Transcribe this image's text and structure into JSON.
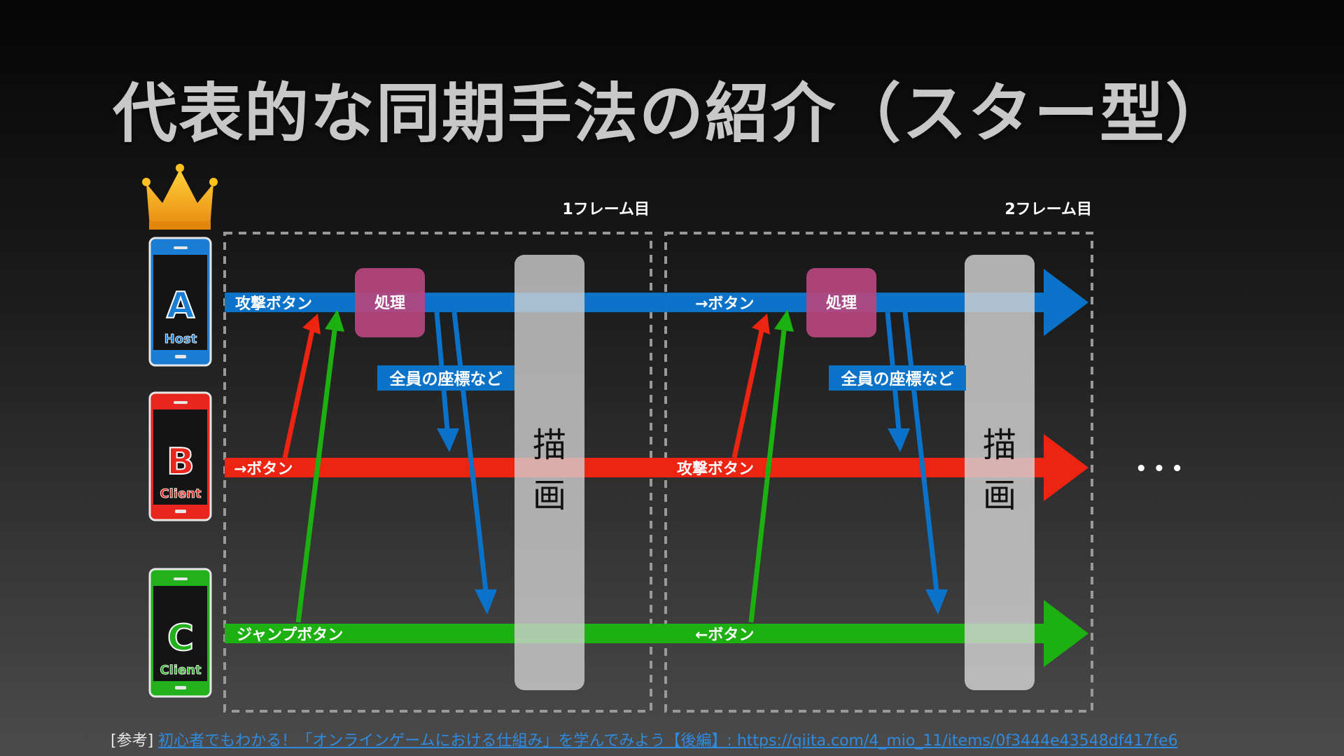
{
  "title": "代表的な同期手法の紹介（スター型）",
  "frames": [
    {
      "label": "1フレーム目"
    },
    {
      "label": "2フレーム目"
    }
  ],
  "devices": [
    {
      "letter": "A",
      "role": "Host",
      "color": "#1a7fd4"
    },
    {
      "letter": "B",
      "role": "Client",
      "color": "#e8261e"
    },
    {
      "letter": "C",
      "role": "Client",
      "color": "#22b11c"
    }
  ],
  "inputs": {
    "frame1": {
      "a": "攻撃ボタン",
      "b": "→ボタン",
      "c": "ジャンプボタン"
    },
    "frame2": {
      "a": "→ボタン",
      "b": "攻撃ボタン",
      "c": "←ボタン"
    }
  },
  "process_label": "処理",
  "broadcast_label": "全員の座標など",
  "render_label": "描画",
  "render_chars": [
    "描",
    "画"
  ],
  "ellipsis": "• • •",
  "colors": {
    "host": "#0a72c8",
    "client_b": "#ee2412",
    "client_c": "#1cb010",
    "process": "#b8467f",
    "render": "#d3d3d3"
  },
  "footer": {
    "prefix": "[参考]",
    "link_text": "初心者でもわかる！「オンラインゲームにおける仕組み」を学んでみよう【後編】: https://qiita.com/4_mio_11/items/0f3444e43548df417fe6"
  }
}
